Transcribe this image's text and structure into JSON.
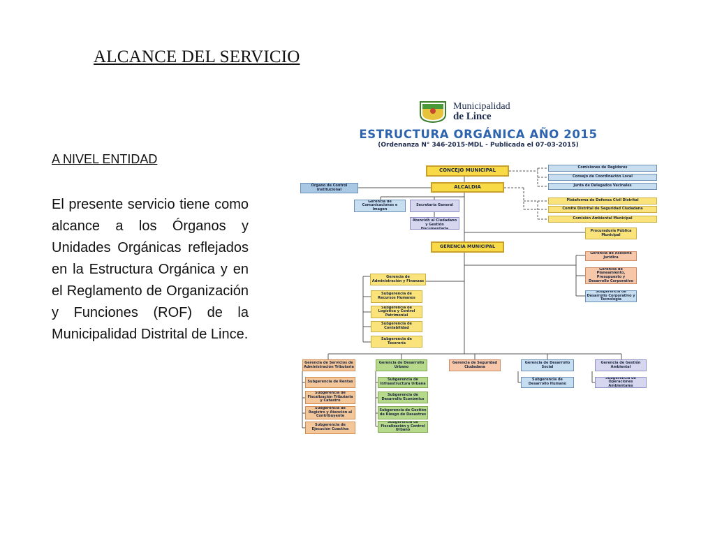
{
  "slide": {
    "title": "ALCANCE DEL SERVICIO",
    "subtitle": "A NIVEL ENTIDAD",
    "paragraph": "El presente servicio tiene como alcance a los Órganos y Unidades Orgánicas reflejados en la Estructura Orgánica y en el Reglamento de Organización y Funciones (ROF) de la Municipalidad Distrital de Lince."
  },
  "org_chart": {
    "logo_line1": "Municipalidad",
    "logo_line2": "de Lince",
    "title": "ESTRUCTURA ORGÁNICA AÑO 2015",
    "subtitle": "(Ordenanza N° 346-2015-MDL - Publicada el 07-03-2015)",
    "colors": {
      "title": "#2e64ad",
      "top": "#f7da46",
      "advisory": "#c7def0",
      "green": "#b7d98b",
      "orange": "#f4c79a",
      "purple": "#d6d7ee",
      "salmon": "#f6c7a8"
    },
    "nodes": {
      "concejo": "CONCEJO MUNICIPAL",
      "alcaldia": "ALCALDIA",
      "control": "Órgano de Control Institucional",
      "regidores": "Comisiones de Regidores",
      "coord_local": "Consejo de Coordinación Local",
      "delegados": "Junta de Delegados Vecinales",
      "defensa_civil": "Plataforma de Defensa Civil Distrital",
      "comite_seguridad": "Comité Distrital de Seguridad Ciudadana",
      "comision_ambiental": "Comisión Ambiental Municipal",
      "comunicaciones": "Gerencia de Comunicaciones e Imagen",
      "secretaria": "Secretaría General",
      "atencion": "Subgerencia de Atención al Ciudadano y Gestión Documentaria",
      "procuraduria": "Procuraduría Pública Municipal",
      "gerencia_municipal": "GERENCIA MUNICIPAL",
      "asesoria": "Gerencia de Asesoría Jurídica",
      "planeamiento": "Gerencia de Planeamiento, Presupuesto y Desarrollo Corporativo",
      "tecnologia": "Subgerencia de Desarrollo Corporativo y Tecnología",
      "administracion": "Gerencia de Administración y Finanzas",
      "rrhh": "Subgerencia de Recursos Humanos",
      "logistica": "Subgerencia de Logística y Control Patrimonial",
      "contabilidad": "Subgerencia de Contabilidad",
      "tesoreria": "Subgerencia de Tesorería",
      "serv_tributaria": "Gerencia de Servicios de Administración Tributaria",
      "rentas": "Subgerencia de Rentas",
      "fiscalizacion_trib": "Subgerencia de Fiscalización Tributaria y Catastro",
      "registro": "Subgerencia de Registro y Atención al Contribuyente",
      "coactiva": "Subgerencia de Ejecución Coactiva",
      "desarrollo_urbano": "Gerencia de Desarrollo Urbano",
      "infraestructura": "Subgerencia de Infraestructura Urbana",
      "economico": "Subgerencia de Desarrollo Económico",
      "riesgo": "Subgerencia de Gestión de Riesgo de Desastres",
      "fisc_urbano": "Subgerencia de Fiscalización y Control Urbano",
      "seguridad_ciudadana": "Gerencia de Seguridad Ciudadana",
      "desarrollo_social": "Gerencia de Desarrollo Social",
      "desarrollo_humano": "Subgerencia de Desarrollo Humano",
      "gestion_ambiental": "Gerencia de Gestión Ambiental",
      "operaciones": "Subgerencia de Operaciones Ambientales"
    }
  }
}
